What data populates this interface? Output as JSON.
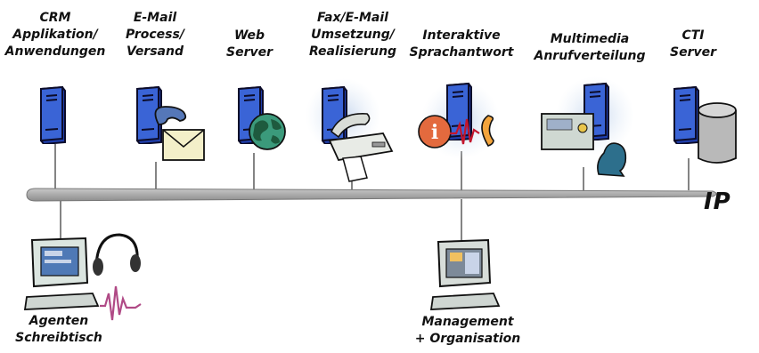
{
  "nodes_top": [
    {
      "id": "crm",
      "label": [
        "CRM",
        "Applikation/",
        "Anwendungen"
      ],
      "icon": "server-icon"
    },
    {
      "id": "email",
      "label": [
        "E-Mail",
        "Process/",
        "Versand"
      ],
      "icon": "phone-envelope-icon"
    },
    {
      "id": "web",
      "label": [
        "Web",
        "Server"
      ],
      "icon": "globe-icon"
    },
    {
      "id": "fax",
      "label": [
        "Fax/E-Mail",
        "Umsetzung/",
        "Realisierung"
      ],
      "icon": "fax-icon"
    },
    {
      "id": "ivr",
      "label": [
        "Interaktive",
        "Sprachantwort"
      ],
      "icon": "info-phone-icon"
    },
    {
      "id": "acd",
      "label": [
        "Multimedia",
        "Anrufverteilung"
      ],
      "icon": "monitor-headset-icon"
    },
    {
      "id": "cti",
      "label": [
        "CTI",
        "Server"
      ],
      "icon": "database-icon"
    }
  ],
  "nodes_bottom": [
    {
      "id": "agent",
      "label": [
        "Agenten",
        "Schreibtisch"
      ],
      "icon": "workstation-headset-icon"
    },
    {
      "id": "mgmt",
      "label": [
        "Management",
        "+ Organisation"
      ],
      "icon": "computer-icon"
    }
  ],
  "network_label": "IP",
  "colors": {
    "server_blue": "#2c54c8",
    "bus": "#a7a7a7",
    "globe": "#2f8a6a",
    "phone": "#f2a43a"
  }
}
